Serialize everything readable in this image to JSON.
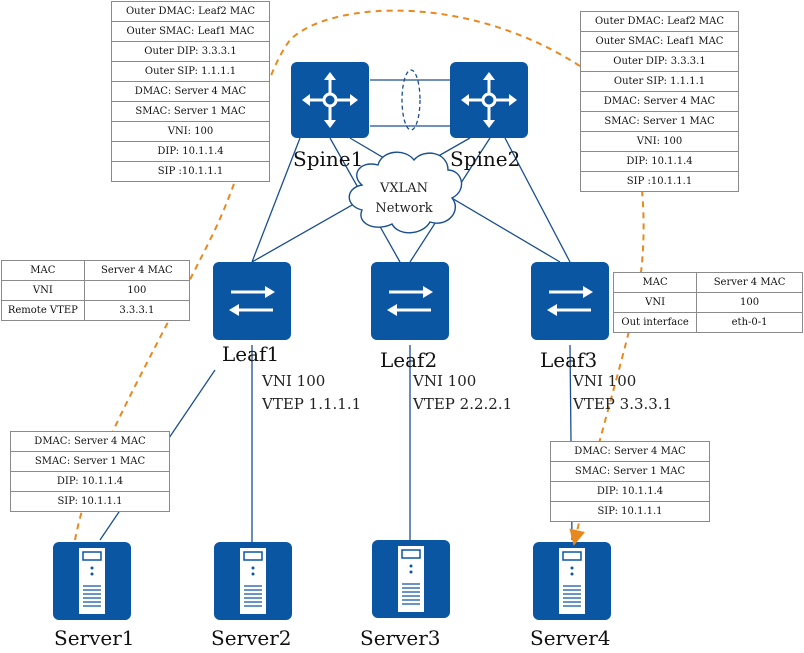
{
  "devices": {
    "spine1": "Spine1",
    "spine2": "Spine2",
    "leaf1": "Leaf1",
    "leaf2": "Leaf2",
    "leaf3": "Leaf3",
    "server1": "Server1",
    "server2": "Server2",
    "server3": "Server3",
    "server4": "Server4"
  },
  "cloud": {
    "line1": "VXLAN",
    "line2": "Network"
  },
  "leaf_info": {
    "leaf1": {
      "vni": "VNI 100",
      "vtep": "VTEP 1.1.1.1"
    },
    "leaf2": {
      "vni": "VNI 100",
      "vtep": "VTEP 2.2.2.1"
    },
    "leaf3": {
      "vni": "VNI 100",
      "vtep": "VTEP 3.3.3.1"
    }
  },
  "packet_outer_left": [
    "Outer DMAC: Leaf2 MAC",
    "Outer SMAC: Leaf1 MAC",
    "Outer DIP: 3.3.3.1",
    "Outer SIP: 1.1.1.1",
    "DMAC: Server 4 MAC",
    "SMAC: Server 1 MAC",
    "VNI: 100",
    "DIP: 10.1.1.4",
    "SIP :10.1.1.1"
  ],
  "packet_outer_right": [
    "Outer DMAC: Leaf2 MAC",
    "Outer SMAC: Leaf1 MAC",
    "Outer DIP: 3.3.3.1",
    "Outer SIP: 1.1.1.1",
    "DMAC: Server 4 MAC",
    "SMAC: Server 1 MAC",
    "VNI: 100",
    "DIP: 10.1.1.4",
    "SIP :10.1.1.1"
  ],
  "table_leaf1": [
    [
      "MAC",
      "Server 4 MAC"
    ],
    [
      "VNI",
      "100"
    ],
    [
      "Remote VTEP",
      "3.3.3.1"
    ]
  ],
  "table_leaf3": [
    [
      "MAC",
      "Server 4 MAC"
    ],
    [
      "VNI",
      "100"
    ],
    [
      "Out interface",
      "eth-0-1"
    ]
  ],
  "packet_inner_left": [
    "DMAC: Server 4 MAC",
    "SMAC: Server 1 MAC",
    "DIP:  10.1.1.4",
    "SIP: 10.1.1.1"
  ],
  "packet_inner_right": [
    "DMAC: Server 4 MAC",
    "SMAC: Server 1 MAC",
    "DIP:  10.1.1.4",
    "SIP: 10.1.1.1"
  ],
  "colors": {
    "device_blue": "#0a56a3",
    "link_blue": "#1a4f8f",
    "path_orange": "#e8891f"
  }
}
